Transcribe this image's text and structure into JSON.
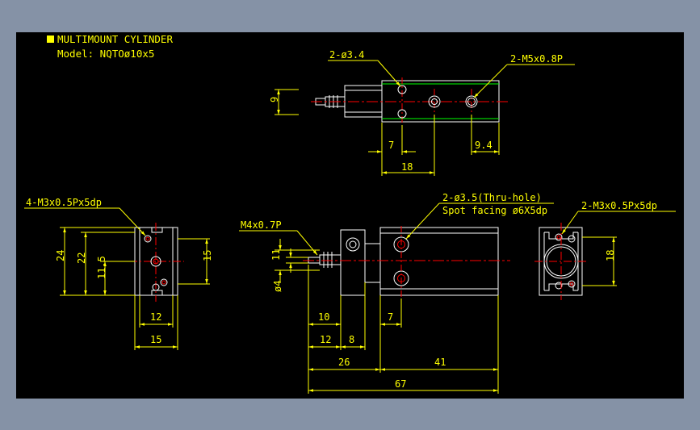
{
  "title_block": {
    "marker_color": "#ffff00",
    "title": "MULTIMOUNT CYLINDER",
    "model": "Model: NQTOø10x5"
  },
  "colors": {
    "background": "#000000",
    "frame_surround": "#8592a6",
    "outline": "#ffffff",
    "dimension": "#ffff00",
    "center_line": "#ff0000",
    "hidden_line": "#00ff00",
    "text": "#ffff00"
  },
  "top_view": {
    "hole_callout": "2-ø3.4",
    "thread_callout": "2-M5x0.8P",
    "dim_height": "9",
    "dim_offset": "7",
    "dim_length": "18",
    "dim_end": "9.4"
  },
  "left_view": {
    "thread_callout": "4-M3x0.5Px5dp",
    "dim_total_height": "24",
    "dim_inner_height": "22",
    "dim_center_height": "11.5",
    "dim_right_height": "15",
    "dim_inner_width": "12",
    "dim_total_width": "15"
  },
  "front_view": {
    "rod_thread": "M4x0.7P",
    "through_hole": "2-ø3.5(Thru-hole)",
    "spot_facing": "Spot facing ø6X5dp",
    "dim_rod_height": "11",
    "dim_rod_dia": "ø4",
    "dim_10": "10",
    "dim_7": "7",
    "dim_12": "12",
    "dim_8": "8",
    "dim_26": "26",
    "dim_41": "41",
    "dim_67": "67"
  },
  "right_view": {
    "thread_callout": "2-M3x0.5Px5dp",
    "dim_height": "18"
  }
}
